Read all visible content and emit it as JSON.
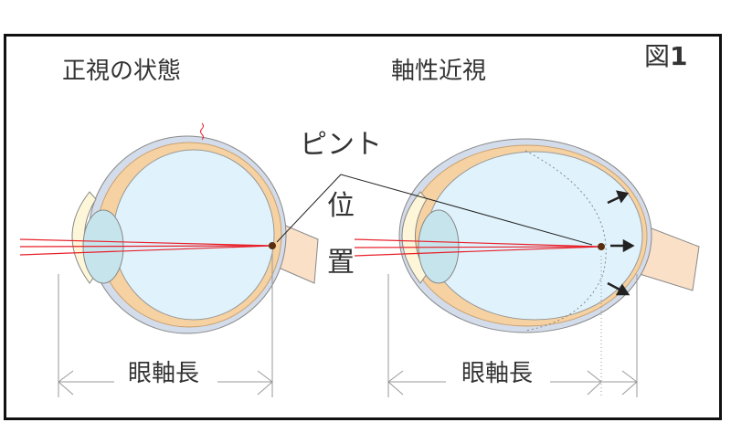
{
  "figure_label": {
    "prefix": "図",
    "number": "1"
  },
  "titles": {
    "left": "正視の状態",
    "right": "軸性近視"
  },
  "focus_label": {
    "line1": "ピント",
    "line2": "位",
    "line3": "置"
  },
  "axial_length": {
    "left": "眼軸長",
    "right": "眼軸長"
  },
  "colors": {
    "ray": "#e8202a",
    "vitreous": "#e0f2fb",
    "lens": "#c5e4ec",
    "choroid": "#f6d2a2",
    "sclera": "#d3dcea",
    "focus_dot": "#5a2e0e"
  }
}
